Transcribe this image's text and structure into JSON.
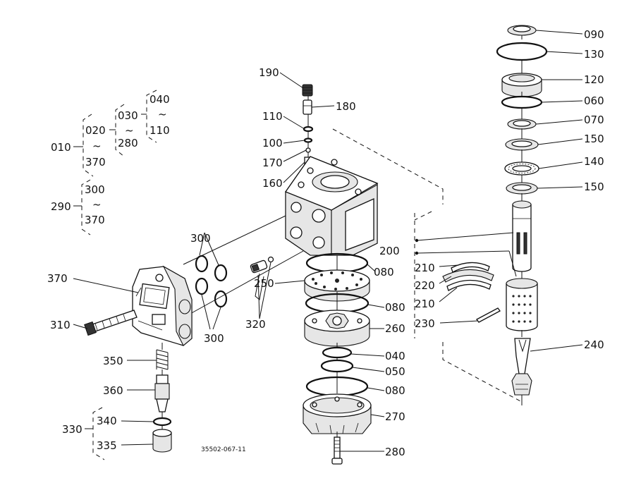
{
  "labels": {
    "p090": "090",
    "p130": "130",
    "p120": "120",
    "p060": "060",
    "p070": "070",
    "p150a": "150",
    "p140": "140",
    "p150b": "150",
    "p240": "240",
    "p200": "200",
    "p210a": "210",
    "p220": "220",
    "p210b": "210",
    "p230": "230",
    "p190": "190",
    "p180": "180",
    "p110": "110",
    "p100": "100",
    "p170": "170",
    "p160": "160",
    "p080a": "080",
    "p250": "250",
    "p080b": "080",
    "p260": "260",
    "p040": "040",
    "p050": "050",
    "p080c": "080",
    "p270": "270",
    "p280": "280",
    "p300a": "300",
    "p300b": "300",
    "p320": "320",
    "p370": "370",
    "p310": "310",
    "p350": "350",
    "p360": "360",
    "p340": "340",
    "p330": "330",
    "p335": "335"
  },
  "tree": {
    "l010": "010",
    "l020": "020",
    "l020range": "370",
    "l030": "030",
    "l030range": "280",
    "l040": "040",
    "l040range": "110",
    "l290": "290",
    "l300": "300",
    "l300range": "370",
    "tilde": "~"
  },
  "drawing_code": "35502-067-11"
}
